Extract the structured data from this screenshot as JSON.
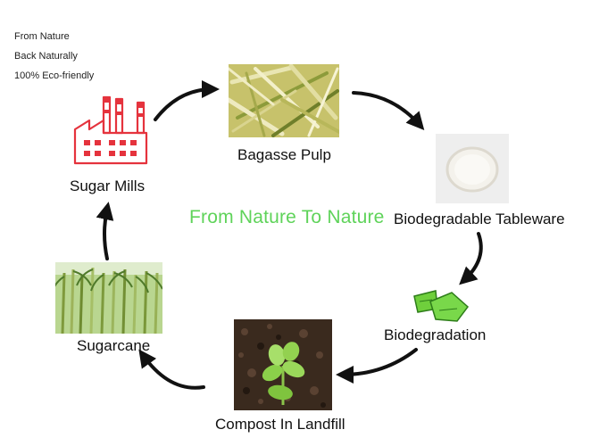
{
  "taglines": [
    "From Nature",
    "Back Naturally",
    "100% Eco-friendly"
  ],
  "center_title": "From Nature To Nature",
  "stages": {
    "sugar_mills": "Sugar Mills",
    "bagasse_pulp": "Bagasse Pulp",
    "tableware": "Biodegradable Tableware",
    "biodegradation": "Biodegradation",
    "compost": "Compost In Landfill",
    "sugarcane": "Sugarcane"
  },
  "colors": {
    "factory": "#e5333d",
    "center_title": "#5fd35a",
    "arrow": "#111111",
    "leaf_green": "#6fcf3c"
  }
}
